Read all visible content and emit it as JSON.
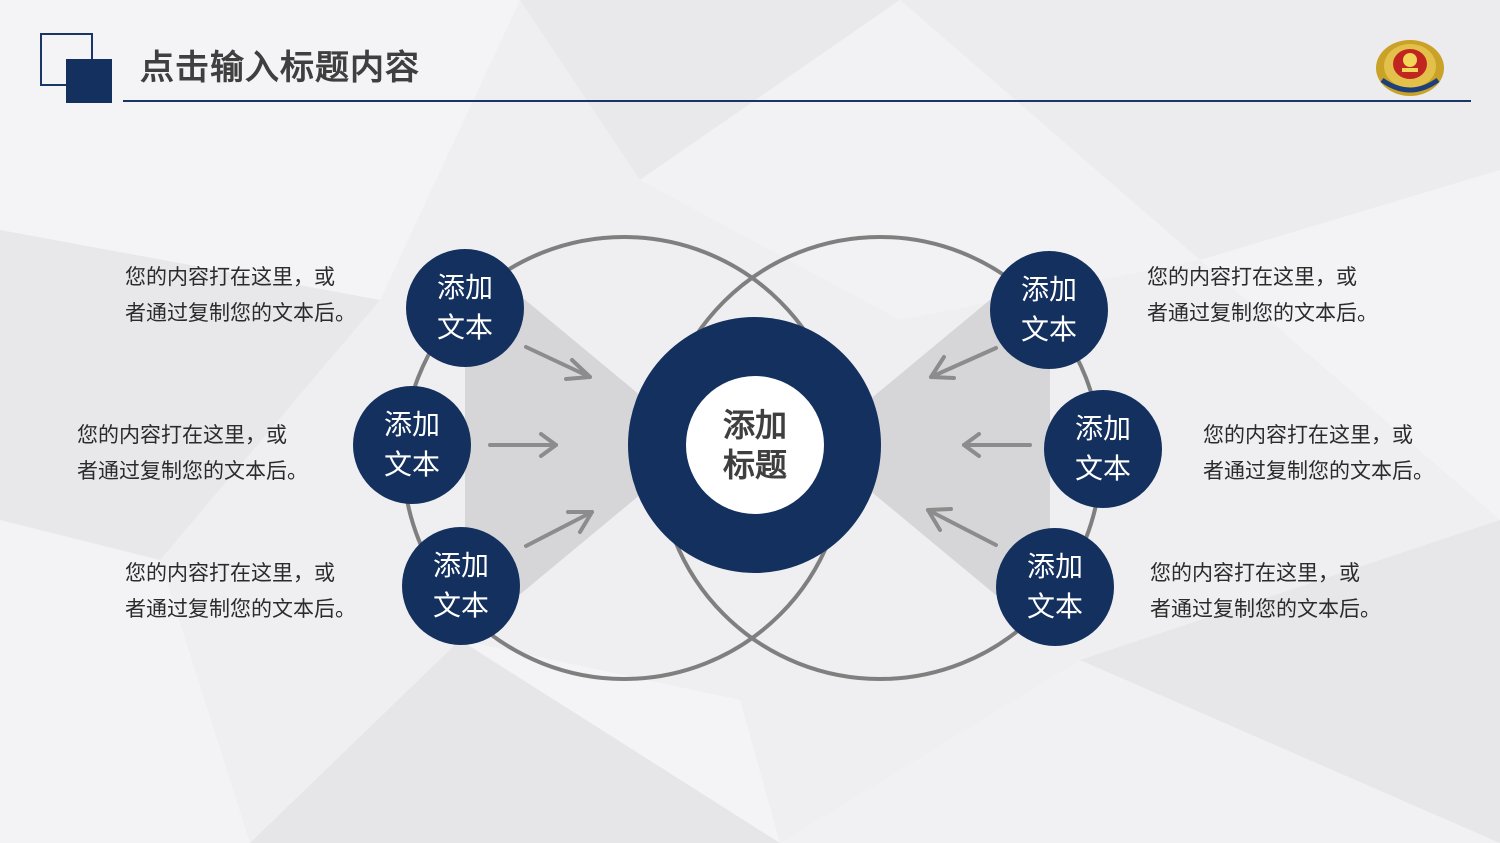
{
  "header": {
    "title": "点击输入标题内容"
  },
  "center": {
    "line1": "添加",
    "line2": "标题"
  },
  "nodes": [
    {
      "line1": "添加",
      "line2": "文本"
    },
    {
      "line1": "添加",
      "line2": "文本"
    },
    {
      "line1": "添加",
      "line2": "文本"
    },
    {
      "line1": "添加",
      "line2": "文本"
    },
    {
      "line1": "添加",
      "line2": "文本"
    },
    {
      "line1": "添加",
      "line2": "文本"
    }
  ],
  "descriptions": [
    {
      "line1": "您的内容打在这里，或",
      "line2": "者通过复制您的文本后。"
    },
    {
      "line1": "您的内容打在这里，或",
      "line2": "者通过复制您的文本后。"
    },
    {
      "line1": "您的内容打在这里，或",
      "line2": "者通过复制您的文本后。"
    },
    {
      "line1": "您的内容打在这里，或",
      "line2": "者通过复制您的文本后。"
    },
    {
      "line1": "您的内容打在这里，或",
      "line2": "者通过复制您的文本后。"
    },
    {
      "line1": "您的内容打在这里，或",
      "line2": "者通过复制您的文本后。"
    }
  ],
  "colors": {
    "primary": "#13305f",
    "ring_stroke": "#7f7f7f",
    "arrow": "#8c8c8c",
    "text": "#2b2b2b"
  },
  "icons": {
    "emblem": "police-emblem-icon"
  }
}
